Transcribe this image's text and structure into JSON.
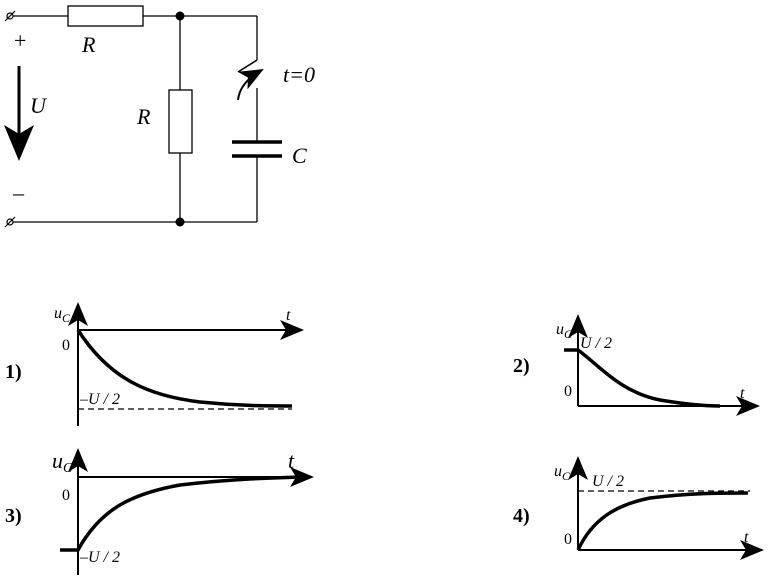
{
  "circuit": {
    "plus": "+",
    "minus": "–",
    "source_label": "U",
    "resistor_series_label": "R",
    "resistor_shunt_label": "R",
    "switch_label": "t=0",
    "capacitor_label": "C"
  },
  "graphs": [
    {
      "number": "1)",
      "y_label": "u",
      "y_sub": "C",
      "x_label": "t",
      "zero": "0",
      "level_label": "–U / 2"
    },
    {
      "number": "2)",
      "y_label": "u",
      "y_sub": "C",
      "x_label": "t",
      "zero": "0",
      "level_label": "U / 2"
    },
    {
      "number": "3)",
      "y_label": "u",
      "y_sub": "C",
      "x_label": "t",
      "zero": "0",
      "level_label": "–U / 2"
    },
    {
      "number": "4)",
      "y_label": "u",
      "y_sub": "C",
      "x_label": "t",
      "zero": "0",
      "level_label": "U / 2"
    }
  ]
}
